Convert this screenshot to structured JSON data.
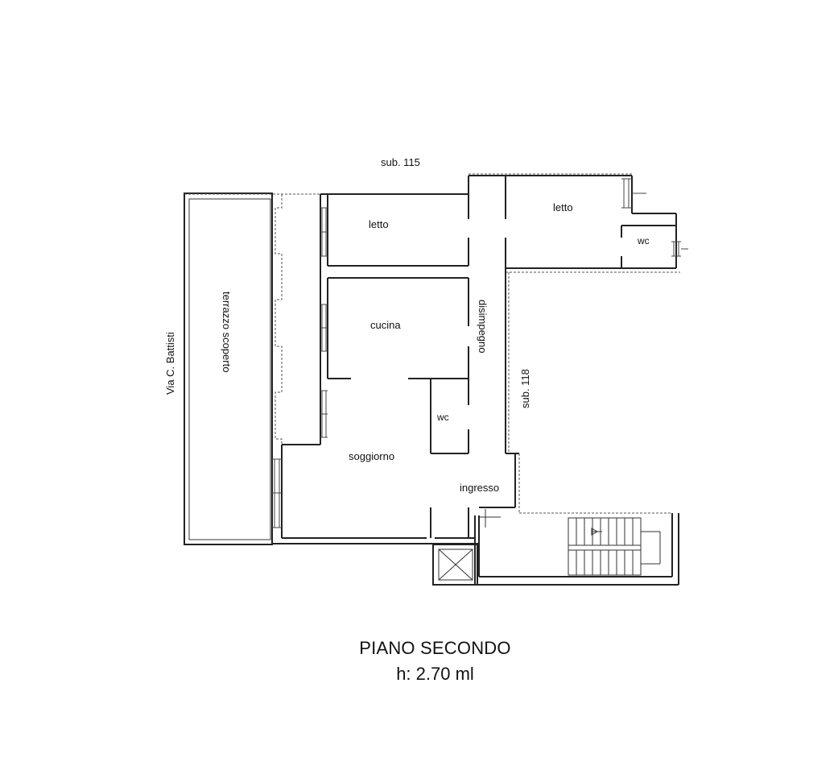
{
  "floor_plan": {
    "title": "PIANO SECONDO",
    "height_label": "h: 2.70 ml",
    "neighbors": {
      "north": "sub. 115",
      "east": "sub. 118"
    },
    "street": "Via C. Battisti",
    "rooms": {
      "terrace": "terrazzo scoperto",
      "bedroom_1": "letto",
      "bedroom_2": "letto",
      "kitchen": "cucina",
      "corridor": "disimpegno",
      "bathroom_1": "wc",
      "bathroom_2": "wc",
      "living": "soggiorno",
      "entrance": "ingresso"
    }
  }
}
